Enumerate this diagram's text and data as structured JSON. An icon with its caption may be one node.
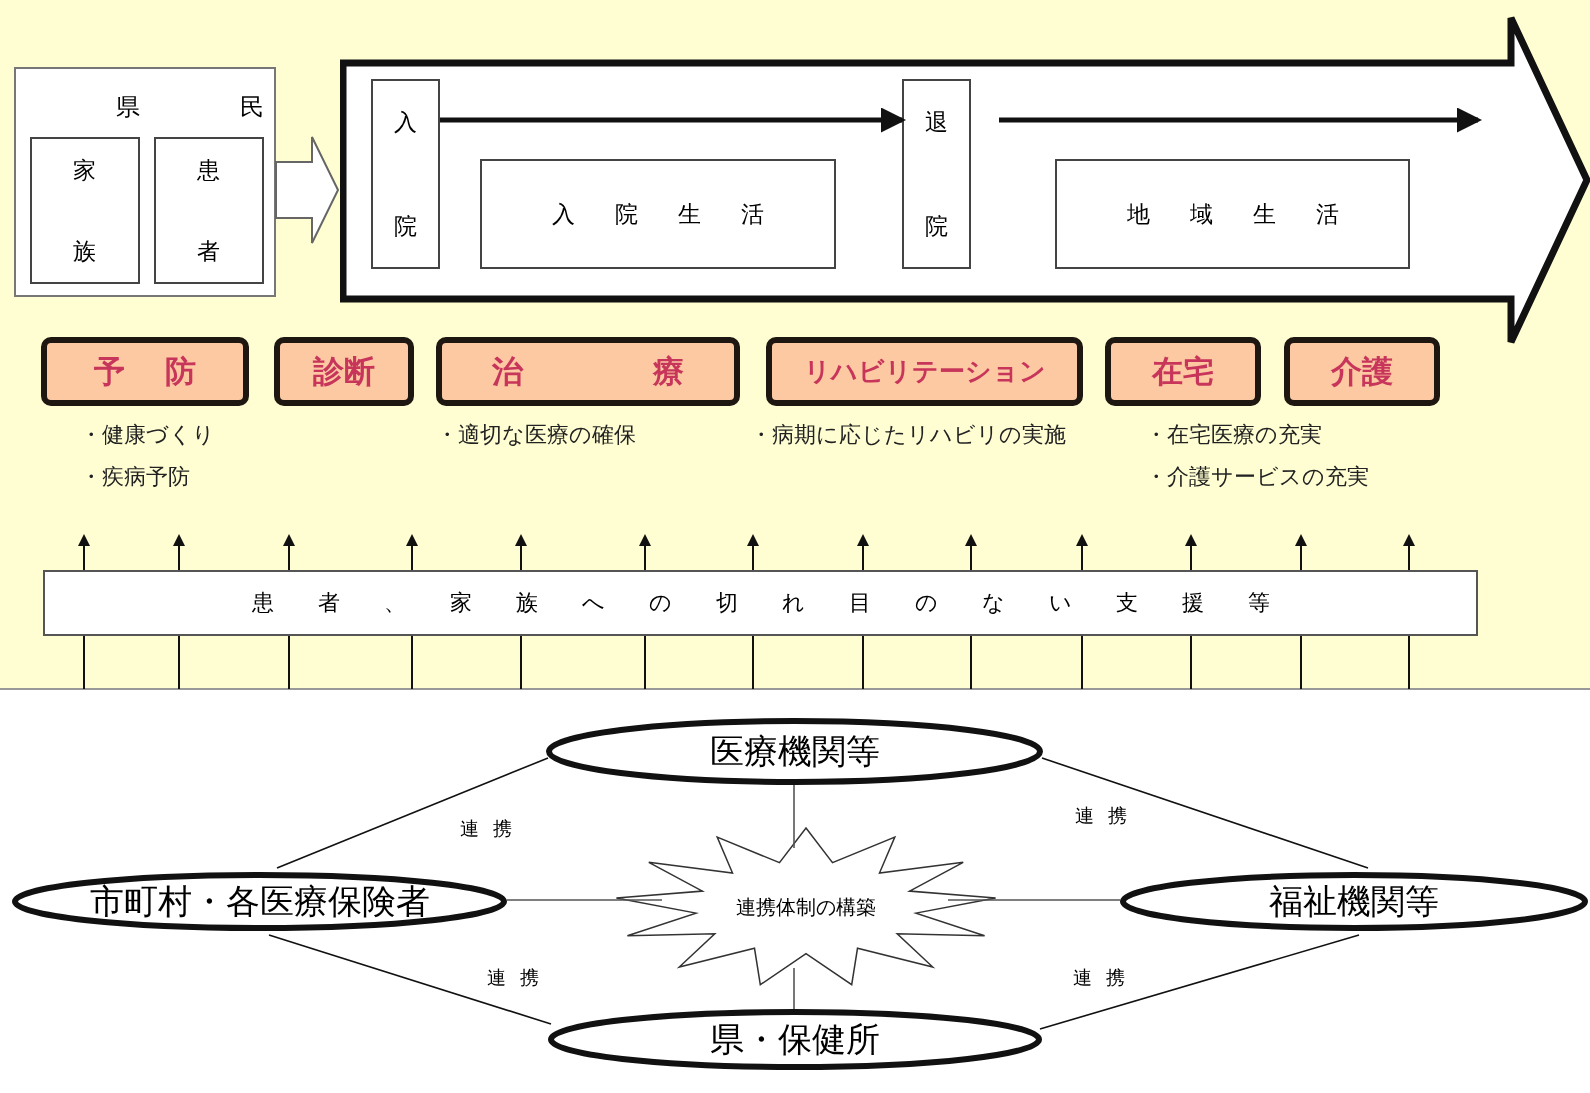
{
  "diagram": {
    "nodes": [
      {
        "text": [
          "県民"
        ]
      },
      {
        "text": [
          "家族"
        ],
        "in": 0
      },
      {
        "text": [
          "患者"
        ],
        "in": 0
      },
      {
        "text": [],
        "shape": "arrow"
      },
      {
        "text": [
          "入院"
        ],
        "in": 3
      },
      {
        "text": [
          "入院生活"
        ],
        "in": 3
      },
      {
        "text": [
          "退院"
        ],
        "in": 3
      },
      {
        "text": [
          "地域生活"
        ],
        "in": 3
      },
      {
        "text": [
          "予防"
        ],
        "beside": [
          "・健康づくり",
          "・疾病予防"
        ]
      },
      {
        "text": [
          "診断"
        ]
      },
      {
        "text": [
          "治療"
        ],
        "beside": [
          "・適切な医療の確保"
        ]
      },
      {
        "text": [
          "リハビリテーション"
        ],
        "beside": [
          "・病期に応じたリハビリの実施"
        ]
      },
      {
        "text": [
          "在宅"
        ],
        "beside": [
          "・在宅医療の充実",
          "・介護サービスの充実"
        ]
      },
      {
        "text": [
          "介護"
        ]
      },
      {
        "text": [
          "患者、家族への切れ目のない支援等"
        ]
      },
      {
        "text": [
          "医療機関等"
        ]
      },
      {
        "text": [
          "市町村・各医療保険者"
        ]
      },
      {
        "text": [
          "連携体制の構築"
        ]
      },
      {
        "text": [
          "福祉機関等"
        ]
      },
      {
        "text": [
          "県・保健所"
        ]
      }
    ],
    "edges": [
      {
        "from": 0,
        "to": 3,
        "arrow": "to"
      },
      {
        "from": 4,
        "to": 6,
        "arrow": "to",
        "style": "thick"
      },
      {
        "from": 6,
        "to": null,
        "arrow": "to",
        "style": "thick"
      },
      {
        "from": 14,
        "to": null,
        "arrow": "to"
      },
      {
        "from": 14,
        "to": null,
        "arrow": "to"
      },
      {
        "from": 14,
        "to": null,
        "arrow": "to"
      },
      {
        "from": 14,
        "to": null,
        "arrow": "to"
      },
      {
        "from": 14,
        "to": null,
        "arrow": "to"
      },
      {
        "from": 14,
        "to": null,
        "arrow": "to"
      },
      {
        "from": 14,
        "to": null,
        "arrow": "to"
      },
      {
        "from": 14,
        "to": null,
        "arrow": "to"
      },
      {
        "from": 14,
        "to": null,
        "arrow": "to"
      },
      {
        "from": 14,
        "to": null,
        "arrow": "to"
      },
      {
        "from": 14,
        "to": null,
        "arrow": "to"
      },
      {
        "from": 14,
        "to": null,
        "arrow": "to"
      },
      {
        "from": 14,
        "to": null,
        "arrow": "to"
      },
      {
        "from": 15,
        "to": 16,
        "arrow": "none",
        "label": "連携"
      },
      {
        "from": 15,
        "to": 18,
        "arrow": "none",
        "label": "連携"
      },
      {
        "from": 16,
        "to": 19,
        "arrow": "none",
        "label": "連携"
      },
      {
        "from": 18,
        "to": 19,
        "arrow": "none",
        "label": "連携"
      },
      {
        "from": 15,
        "to": 17,
        "arrow": "none",
        "color": "#555555"
      },
      {
        "from": 16,
        "to": 17,
        "arrow": "none",
        "color": "#555555"
      },
      {
        "from": 18,
        "to": 17,
        "arrow": "none",
        "color": "#555555"
      },
      {
        "from": 17,
        "to": 19,
        "arrow": "none",
        "color": "#555555"
      }
    ]
  }
}
